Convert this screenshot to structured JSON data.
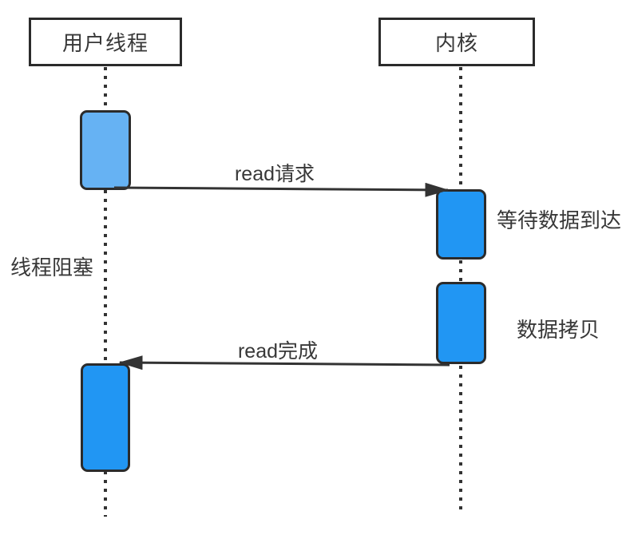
{
  "diagram": {
    "type": "sequence-diagram",
    "topic": "blocking read I/O",
    "colors": {
      "line": "#333333",
      "border": "#2b2b2b",
      "light_blue": "#66b2f3",
      "blue": "#2196f3",
      "text": "#383838",
      "background": "#ffffff"
    },
    "actors": [
      {
        "id": "user-thread",
        "label": "用户线程"
      },
      {
        "id": "kernel",
        "label": "内核"
      }
    ],
    "messages": [
      {
        "id": "read-request",
        "label": "read请求",
        "from": "user-thread",
        "to": "kernel"
      },
      {
        "id": "read-complete",
        "label": "read完成",
        "from": "kernel",
        "to": "user-thread"
      }
    ],
    "annotations": [
      {
        "id": "thread-blocked",
        "label": "线程阻塞",
        "attached_to": "user-thread"
      },
      {
        "id": "wait-for-data",
        "label": "等待数据到达",
        "attached_to": "kernel"
      },
      {
        "id": "data-copy",
        "label": "数据拷贝",
        "attached_to": "kernel"
      }
    ],
    "activations": [
      {
        "id": "user-call",
        "lifeline": "user-thread",
        "color": "#66b2f3"
      },
      {
        "id": "kernel-wait",
        "lifeline": "kernel",
        "color": "#2196f3"
      },
      {
        "id": "kernel-copy",
        "lifeline": "kernel",
        "color": "#2196f3"
      },
      {
        "id": "user-resume",
        "lifeline": "user-thread",
        "color": "#2196f3"
      }
    ]
  }
}
